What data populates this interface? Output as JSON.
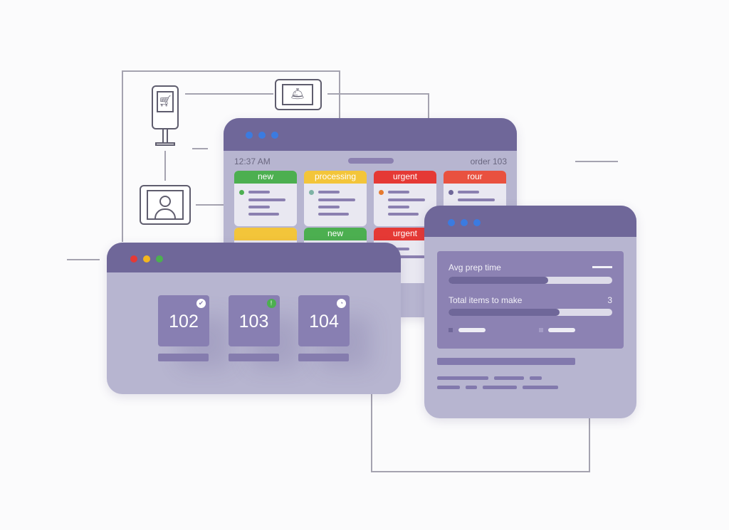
{
  "kitchen_display": {
    "time": "12:37 AM",
    "order": "order 103",
    "columns": [
      {
        "label": "new",
        "color": "#4caf50",
        "dot": "#4caf50"
      },
      {
        "label": "processing",
        "color": "#f3c53a",
        "dot": "#7fb3a5"
      },
      {
        "label": "urgent",
        "color": "#e53935",
        "dot": "#e67a2e"
      },
      {
        "label": "rour",
        "color": "#e9513f",
        "dot": "#6f6799"
      }
    ],
    "row2": [
      {
        "label": "",
        "color": "#f3c53a"
      },
      {
        "label": "new",
        "color": "#4caf50"
      },
      {
        "label": "urgent",
        "color": "#e53935"
      }
    ]
  },
  "order_tiles": [
    {
      "number": "102",
      "status_icon": "check-icon",
      "glyph": "✔"
    },
    {
      "number": "103",
      "status_icon": "alert-icon",
      "glyph": "!"
    },
    {
      "number": "104",
      "status_icon": "clock-icon",
      "glyph": "◔"
    }
  ],
  "stats": {
    "avg_prep_label": "Avg prep time",
    "avg_prep_progress": 0.61,
    "total_items_label": "Total items to make",
    "total_items_value": "3",
    "total_items_progress": 0.68
  },
  "colors": {
    "header": "#6f6799",
    "body": "#b7b5d0",
    "blue_dot": "#3b7be0"
  }
}
